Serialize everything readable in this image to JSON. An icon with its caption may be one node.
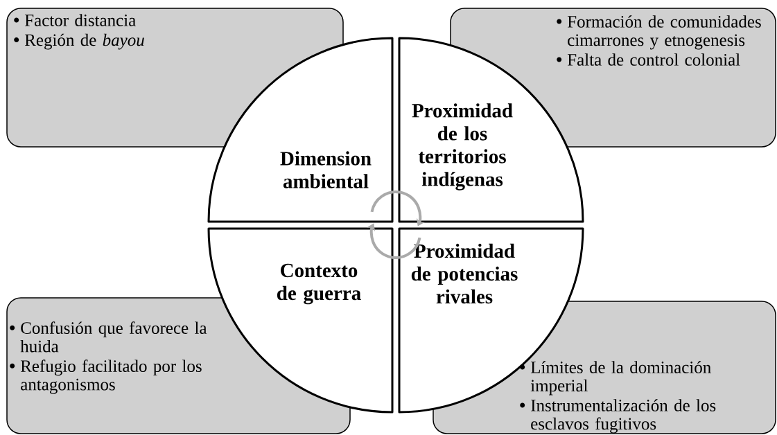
{
  "diagram": {
    "nodes": [
      {
        "text": [
          "Factor distancia",
          "Región de *bayou*"
        ]
      },
      {
        "text": [
          "Formación de comunidades cimarrones y etnogenesis",
          "Falta de control colonial"
        ]
      },
      {
        "text": [
          "Dimension ambiental"
        ]
      },
      {
        "text": [
          "Proximidad de los territorios indígenas"
        ]
      },
      {
        "text": [
          "Contexto de guerra"
        ]
      },
      {
        "text": [
          "Proximidad de potencias rivales"
        ]
      },
      {
        "text": [
          "Confusión que favorece la huida",
          "Refugio facilitado por los antagonismos"
        ]
      },
      {
        "text": [
          "Límites de la dominación imperial",
          "Instrumentalización de los esclavos fugitivos"
        ]
      }
    ],
    "edges": [
      {
        "from": 2,
        "to": 3,
        "arrow": "to",
        "color": "#aaaaaa"
      },
      {
        "from": 5,
        "to": 4,
        "arrow": "to",
        "color": "#aaaaaa"
      }
    ]
  }
}
